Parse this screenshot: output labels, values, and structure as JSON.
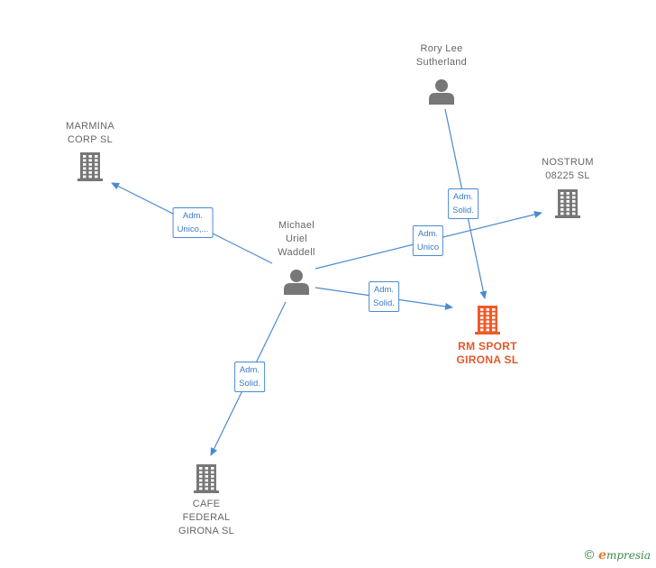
{
  "colors": {
    "edge": "#4a8bd0",
    "person": "#777777",
    "company": "#777777",
    "focus": "#f05a28"
  },
  "nodes": [
    {
      "id": "rory",
      "kind": "person",
      "label": "Rory Lee\nSutherland",
      "icon": "person-icon"
    },
    {
      "id": "marmina",
      "kind": "company",
      "label": "MARMINA\nCORP  SL",
      "icon": "building-icon"
    },
    {
      "id": "nostrum",
      "kind": "company",
      "label": "NOSTRUM\n08225  SL",
      "icon": "building-icon"
    },
    {
      "id": "michael",
      "kind": "person",
      "label": "Michael\nUriel\nWaddell",
      "icon": "person-icon"
    },
    {
      "id": "rmsport",
      "kind": "focus",
      "label": "RM SPORT\nGIRONA  SL",
      "icon": "building-icon"
    },
    {
      "id": "cafe",
      "kind": "company",
      "label": "CAFE\nFEDERAL\nGIRONA  SL",
      "icon": "building-icon"
    }
  ],
  "edges": [
    {
      "from": "michael",
      "to": "marmina",
      "label": "Adm.\nUnico,..."
    },
    {
      "from": "michael",
      "to": "nostrum",
      "label": "Adm.\nUnico"
    },
    {
      "from": "michael",
      "to": "rmsport",
      "label": "Adm.\nSolid."
    },
    {
      "from": "michael",
      "to": "cafe",
      "label": "Adm.\nSolid."
    },
    {
      "from": "rory",
      "to": "rmsport",
      "label": "Adm.\nSolid."
    }
  ],
  "brand": {
    "copyright": "©",
    "initial": "e",
    "rest": "mpresia"
  }
}
